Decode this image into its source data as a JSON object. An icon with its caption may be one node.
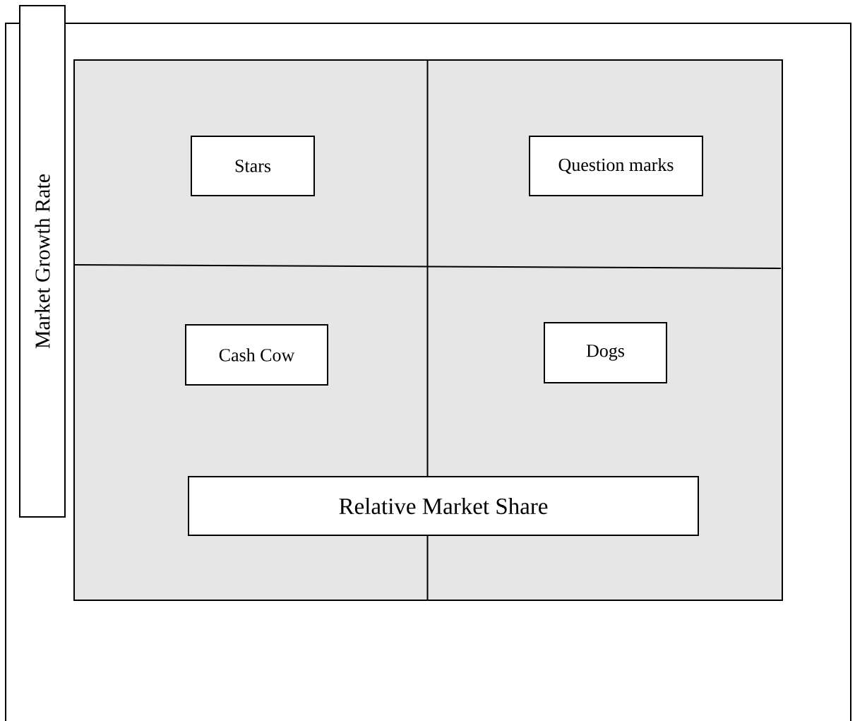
{
  "diagram": {
    "nodes": [
      {
        "text": [],
        "shape": "box"
      },
      {
        "text": [
          "Stars"
        ],
        "in": 0
      },
      {
        "text": [
          "Question marks"
        ],
        "in": 0
      },
      {
        "text": [
          "Cash Cow"
        ],
        "in": 0
      },
      {
        "text": [
          "Dogs"
        ],
        "in": 0
      },
      {
        "text": [
          "Relative Market Share"
        ],
        "in": 0
      },
      {
        "text": [
          "Market Growth Rate"
        ]
      }
    ]
  }
}
